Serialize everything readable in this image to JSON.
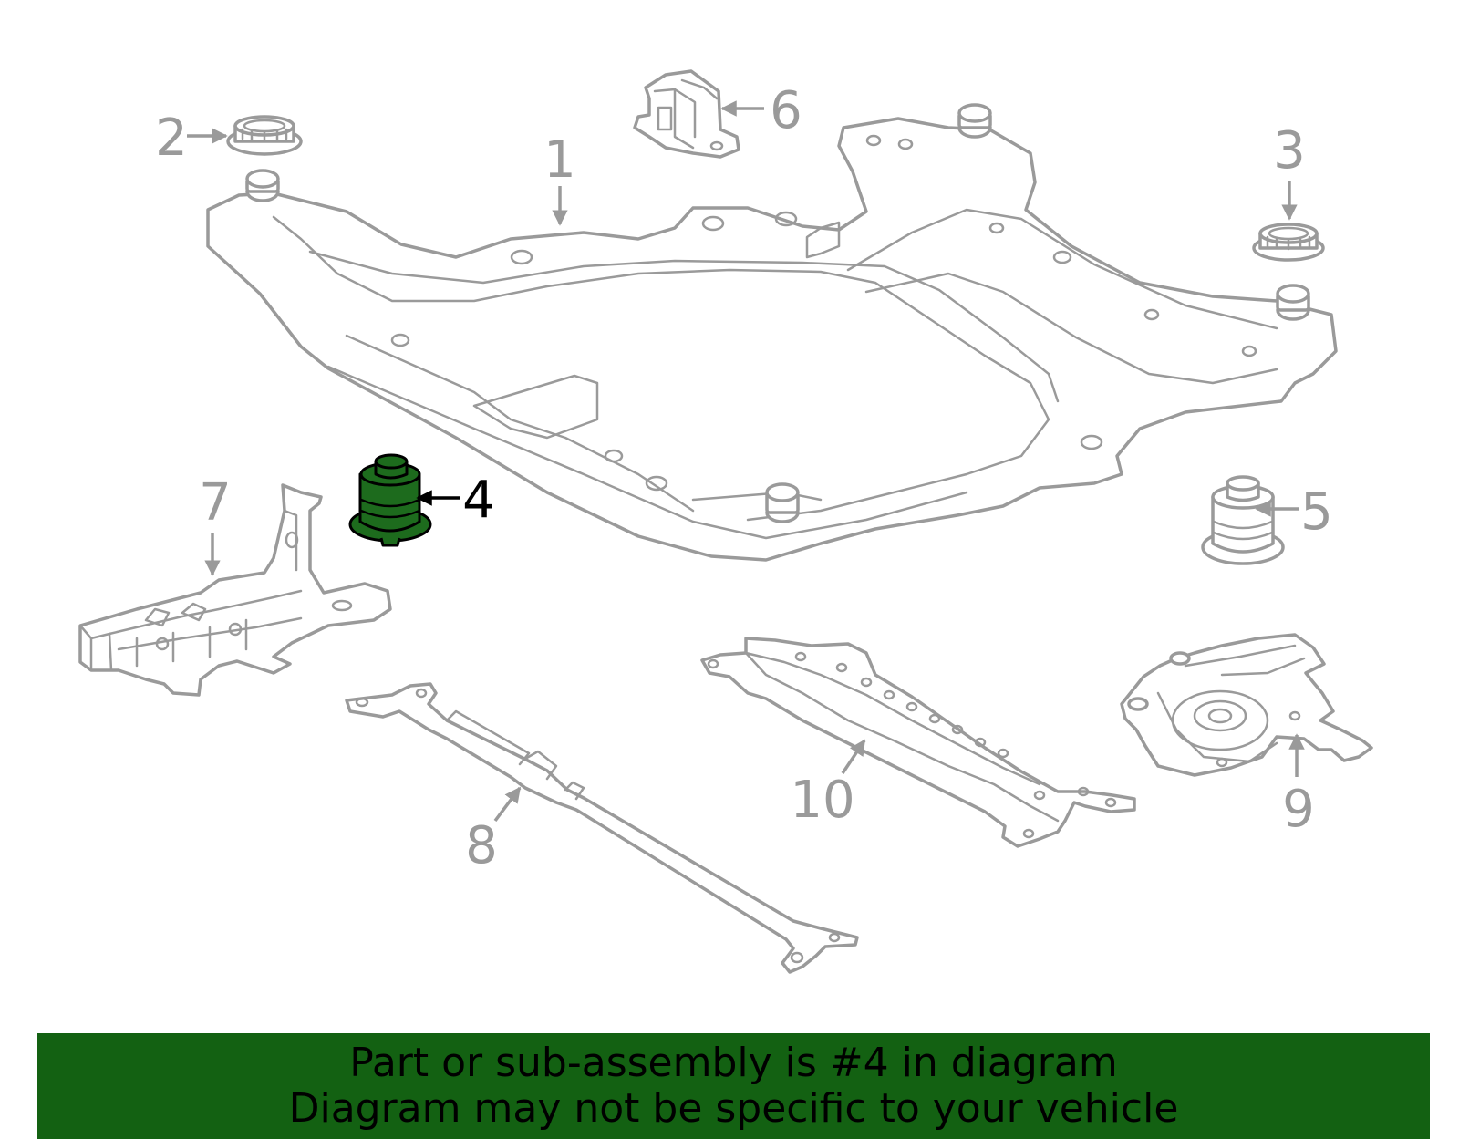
{
  "diagram": {
    "highlighted_callout": "4",
    "highlight_color": "#1d6b1d",
    "part_line_color": "#9a9a9a",
    "callouts": [
      {
        "id": "1",
        "label": "1"
      },
      {
        "id": "2",
        "label": "2"
      },
      {
        "id": "3",
        "label": "3"
      },
      {
        "id": "4",
        "label": "4"
      },
      {
        "id": "5",
        "label": "5"
      },
      {
        "id": "6",
        "label": "6"
      },
      {
        "id": "7",
        "label": "7"
      },
      {
        "id": "8",
        "label": "8"
      },
      {
        "id": "9",
        "label": "9"
      },
      {
        "id": "10",
        "label": "10"
      }
    ]
  },
  "banner": {
    "line1": "Part or sub-assembly is #4 in diagram",
    "line2": "Diagram may not be specific to your vehicle",
    "background_color": "#136112"
  }
}
